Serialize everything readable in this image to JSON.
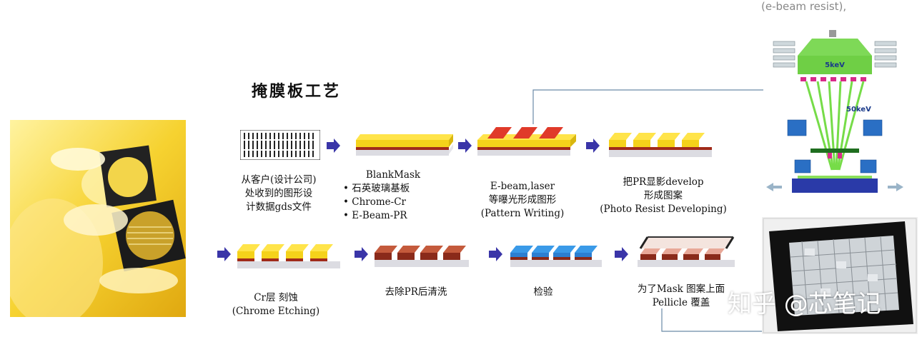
{
  "title": "掩膜板工艺",
  "top_caption": "(e-beam resist),",
  "steps": {
    "s1": [
      "从客户(设计公司)",
      "处收到的图形设",
      "计数据gds文件"
    ],
    "s2_head": "BlankMask",
    "s2_items": [
      "石英玻璃基板",
      "Chrome-Cr",
      "E-Beam-PR"
    ],
    "s3": [
      "E-beam,laser",
      "等曝光形成图形",
      "(Pattern Writing)"
    ],
    "s4": [
      "把PR显影develop",
      "形成图案",
      "(Photo Resist Developing)"
    ],
    "s5": [
      "Cr层 刻蚀",
      "(Chrome Etching)"
    ],
    "s6": [
      "去除PR后清洗"
    ],
    "s7": [
      "检验"
    ],
    "s8": [
      "为了Mask 图案上面",
      "Pellicle 覆盖"
    ]
  },
  "ebeam": {
    "label_top": "5keV",
    "label_mid": "50keV"
  },
  "watermark": "知乎 @芯笔记",
  "colors": {
    "yellow": "#f5d21a",
    "chrome": "#8a2a1a",
    "red_pr": "#e03a2a",
    "arrow": "#3a35a8",
    "blue_inspect": "#2c7fd1",
    "ebeam_green": "#5fd629"
  }
}
